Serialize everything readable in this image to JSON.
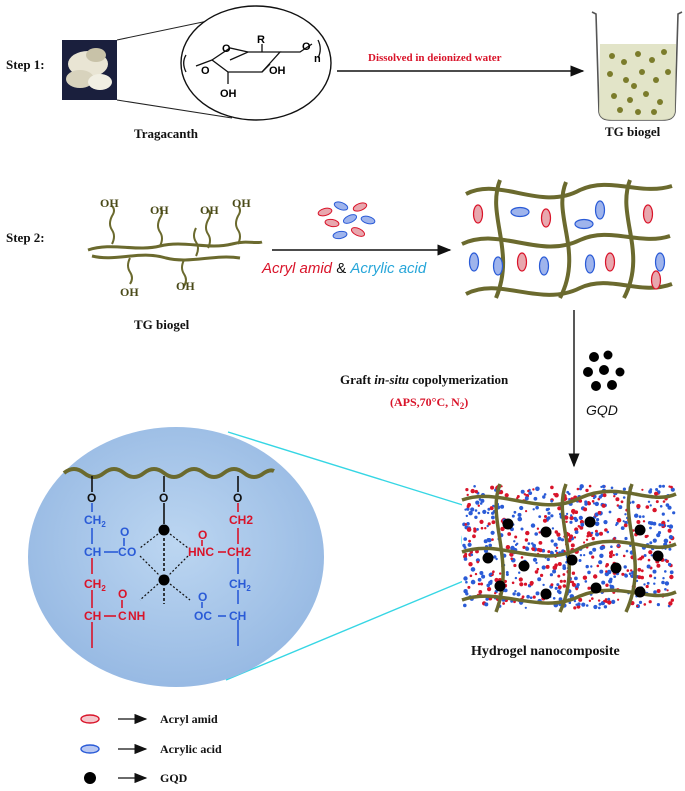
{
  "step1": {
    "label": "Step 1:",
    "source_label": "Tragacanth",
    "arrow_label": "Dissolved in deionized water",
    "product_label": "TG biogel",
    "structure": {
      "R": "R",
      "OH1": "OH",
      "OH2": "OH",
      "n": "n"
    }
  },
  "step2": {
    "label": "Step 2:",
    "reactant_label": "TG biogel",
    "oh": "OH",
    "arrow_acryl": "Acryl amid",
    "arrow_amp": "&",
    "arrow_acrylic": "Acrylic acid"
  },
  "step3": {
    "title_pre": "Graft ",
    "title_italic": "in-situ",
    "title_post": " copolymerization",
    "conditions": "(APS,70°C, N",
    "conditions_sub": "2",
    "conditions_end": ")",
    "gqd_label": "GQD",
    "product_label": "Hydrogel nanocomposite"
  },
  "zoom": {
    "O": "O",
    "ch2_left": "CH",
    "ch_left": "CH",
    "co_left": "C",
    "o_top": "O",
    "ch2_left2": "CH",
    "ch_left2": "CH",
    "nh": "NH",
    "ch2_right": "CH2",
    "hnc": "HNC",
    "ch2_right2": "CH2",
    "ch2_right3": "CH",
    "oc": "OC",
    "ch_right": "CH",
    "sub2": "2"
  },
  "legend": [
    {
      "name": "Acryl amid",
      "color": "#d9142a"
    },
    {
      "name": "Acrylic acid",
      "color": "#2a5bd7"
    },
    {
      "name": "GQD",
      "color": "#000000"
    }
  ],
  "colors": {
    "backbone": "#6b6a2e",
    "zoom_fill": "#a9c8ea",
    "zoom_line": "#36d6e4",
    "red": "#d9142a",
    "blue": "#2a5bd7"
  }
}
